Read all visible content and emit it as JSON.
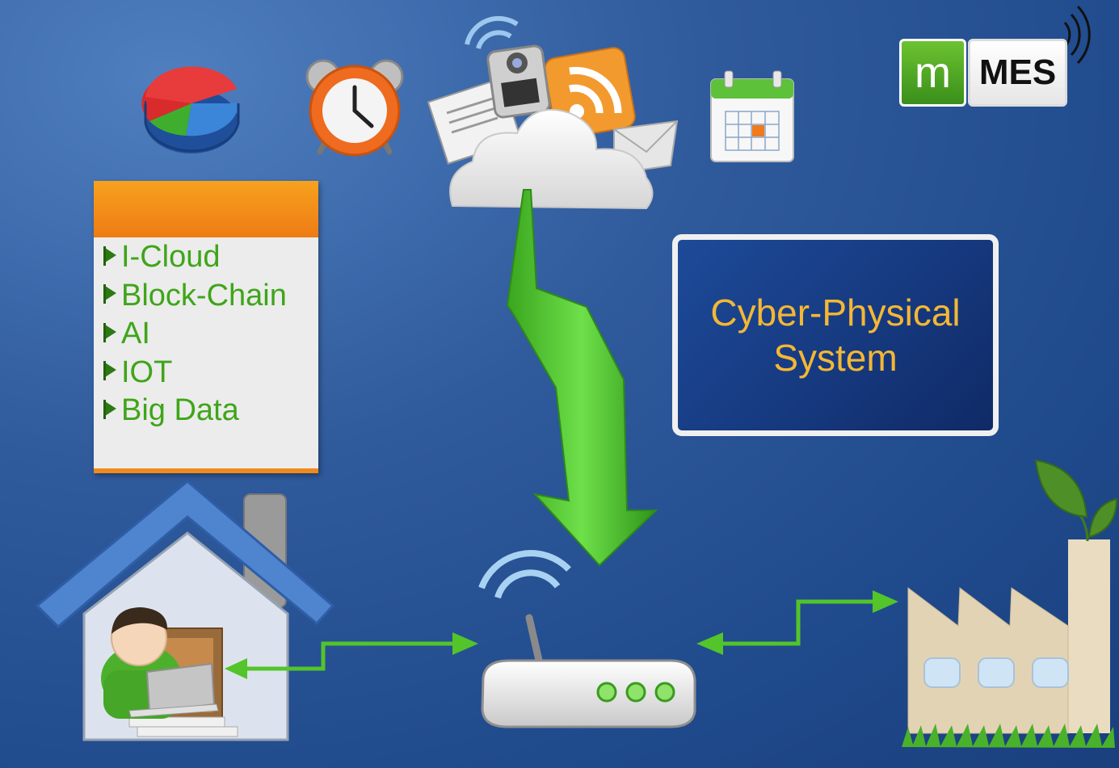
{
  "logo": {
    "m": "m",
    "mes": "MES"
  },
  "tech_list": {
    "items": [
      "I-Cloud",
      "Block-Chain",
      "AI",
      "IOT",
      "Big Data"
    ]
  },
  "cps_box": {
    "line1": "Cyber-Physical",
    "line2": "System"
  },
  "icons": {
    "top_row": [
      "pie-chart-icon",
      "alarm-clock-icon",
      "cloud-services-icon",
      "calendar-icon"
    ],
    "bottom_row": [
      "home-user-icon",
      "wireless-router-icon",
      "factory-icon"
    ]
  },
  "colors": {
    "background": "#2a5597",
    "list_header": "#f08a1c",
    "list_text": "#3fa519",
    "cps_text": "#f4b734",
    "arrow_green": "#54c534"
  }
}
